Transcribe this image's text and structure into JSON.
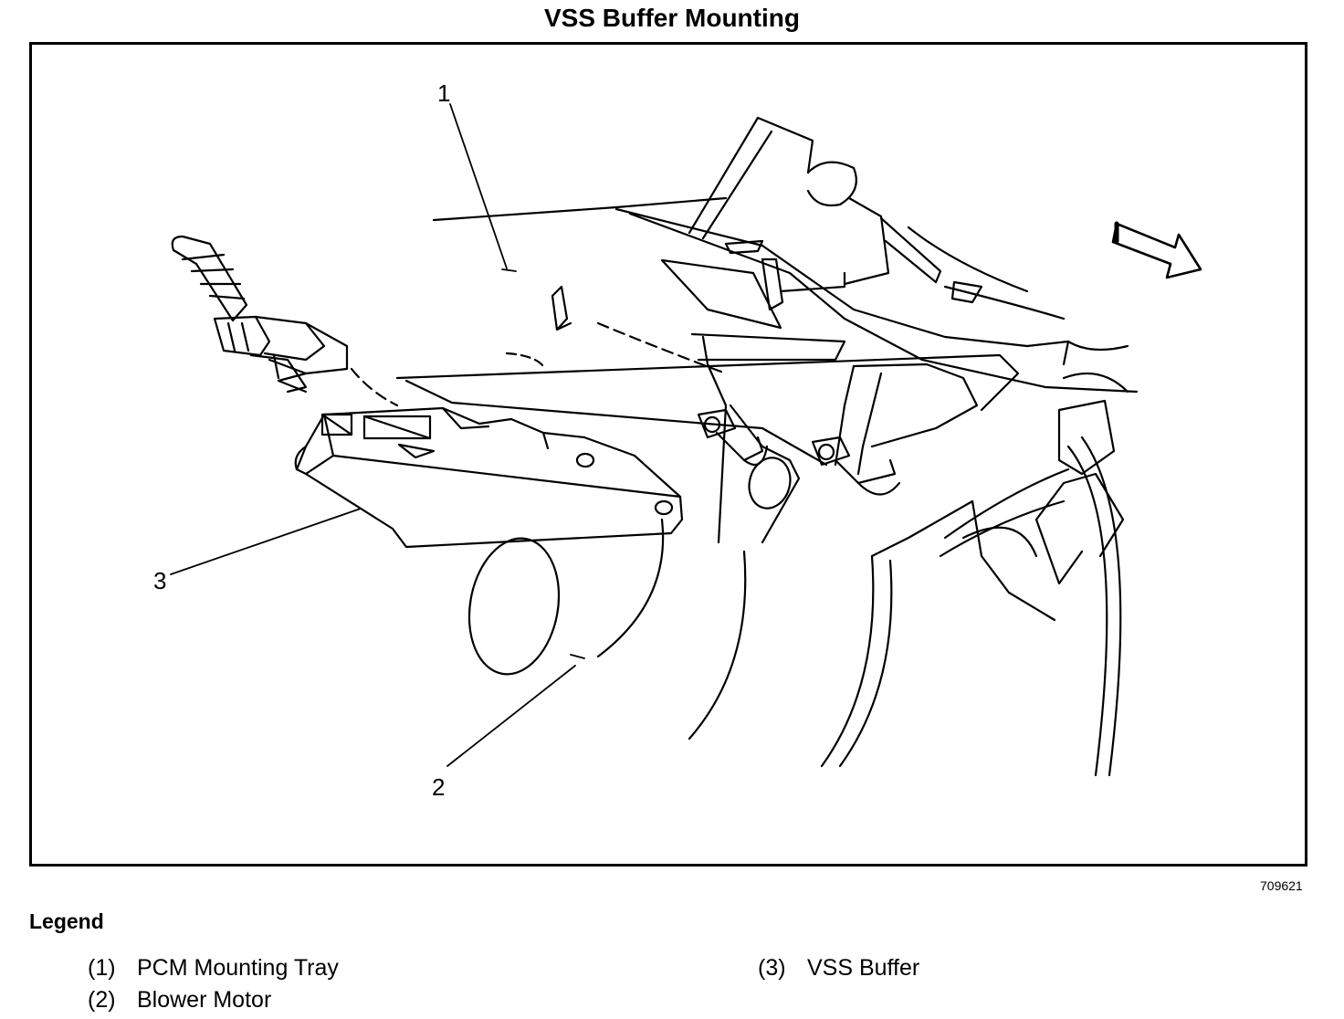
{
  "title": "VSS Buffer Mounting",
  "figure_number": "709621",
  "callouts": [
    "1",
    "2",
    "3"
  ],
  "legend": {
    "title": "Legend",
    "items": [
      {
        "num": "(1)",
        "label": "PCM Mounting Tray"
      },
      {
        "num": "(2)",
        "label": "Blower Motor"
      },
      {
        "num": "(3)",
        "label": "VSS Buffer"
      }
    ]
  }
}
